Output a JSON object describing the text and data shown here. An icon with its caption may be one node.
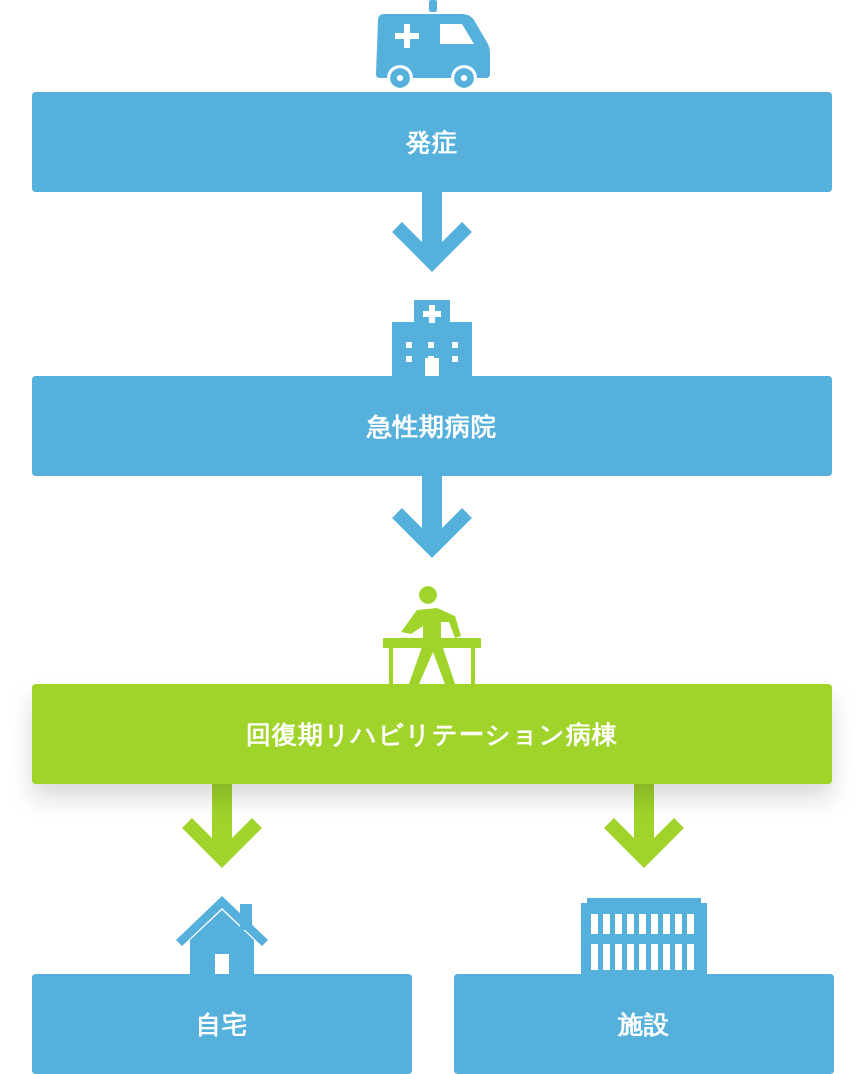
{
  "diagram": {
    "nodes": [
      {
        "text": [
          "発症"
        ]
      },
      {
        "text": [
          "急性期病院"
        ]
      },
      {
        "text": [
          "回復期リハビリテーション病棟"
        ]
      },
      {
        "text": [
          "自宅"
        ]
      },
      {
        "text": [
          "施設"
        ]
      }
    ],
    "edges": [
      {
        "from": 0,
        "to": 1,
        "arrow": "to"
      },
      {
        "from": 1,
        "to": 2,
        "arrow": "to"
      },
      {
        "from": 2,
        "to": 3,
        "arrow": "to",
        "color": "#a0d42b"
      },
      {
        "from": 2,
        "to": 4,
        "arrow": "to",
        "color": "#a0d42b"
      }
    ]
  }
}
